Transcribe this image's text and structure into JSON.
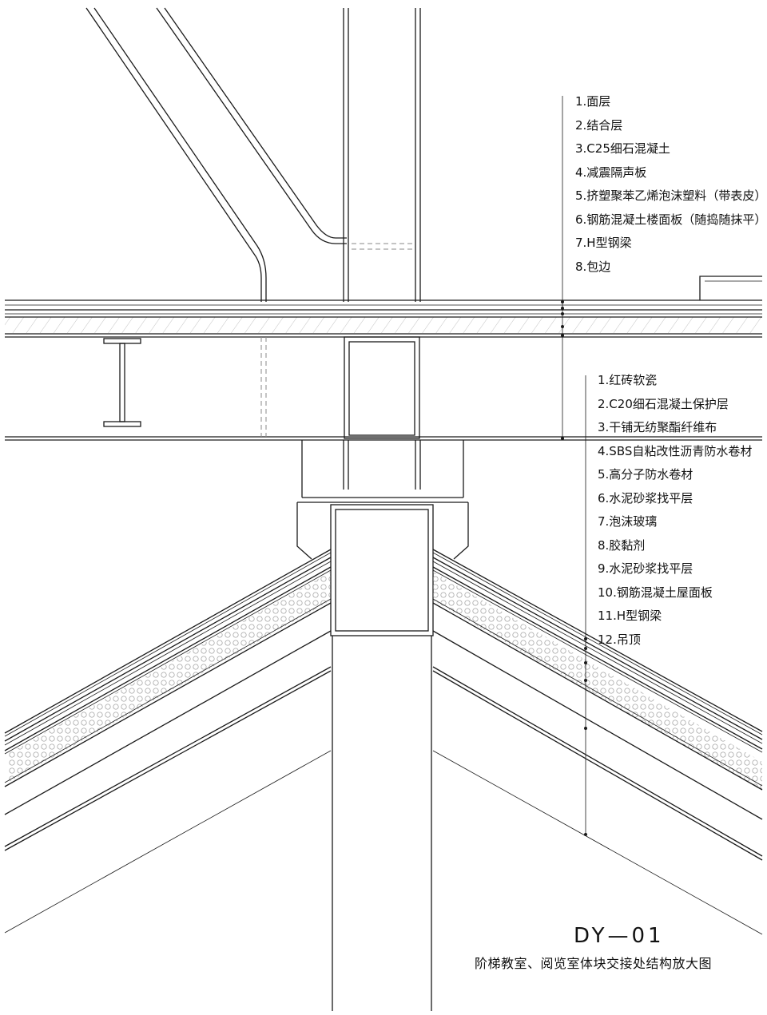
{
  "floor_notes": [
    "1.面层",
    "2.结合层",
    "3.C25细石混凝土",
    "4.减震隔声板",
    "5.挤塑聚苯乙烯泡沫塑料（带表皮）",
    "6.钢筋混凝土楼面板（随捣随抹平）",
    "7.H型钢梁",
    "8.包边"
  ],
  "roof_notes": [
    "1.红砖软瓷",
    "2.C20细石混凝土保护层",
    "3.干铺无纺聚酯纤维布",
    "4.SBS自粘改性沥青防水卷材",
    "5.高分子防水卷材",
    "6.水泥砂浆找平层",
    "7.泡沫玻璃",
    "8.胶黏剂",
    "9.水泥砂浆找平层",
    "10.钢筋混凝土屋面板",
    "11.H型钢梁",
    "12.吊顶"
  ],
  "title_block": {
    "code": "DY—01",
    "title": "阶梯教室、阅览室体块交接处结构放大图"
  }
}
